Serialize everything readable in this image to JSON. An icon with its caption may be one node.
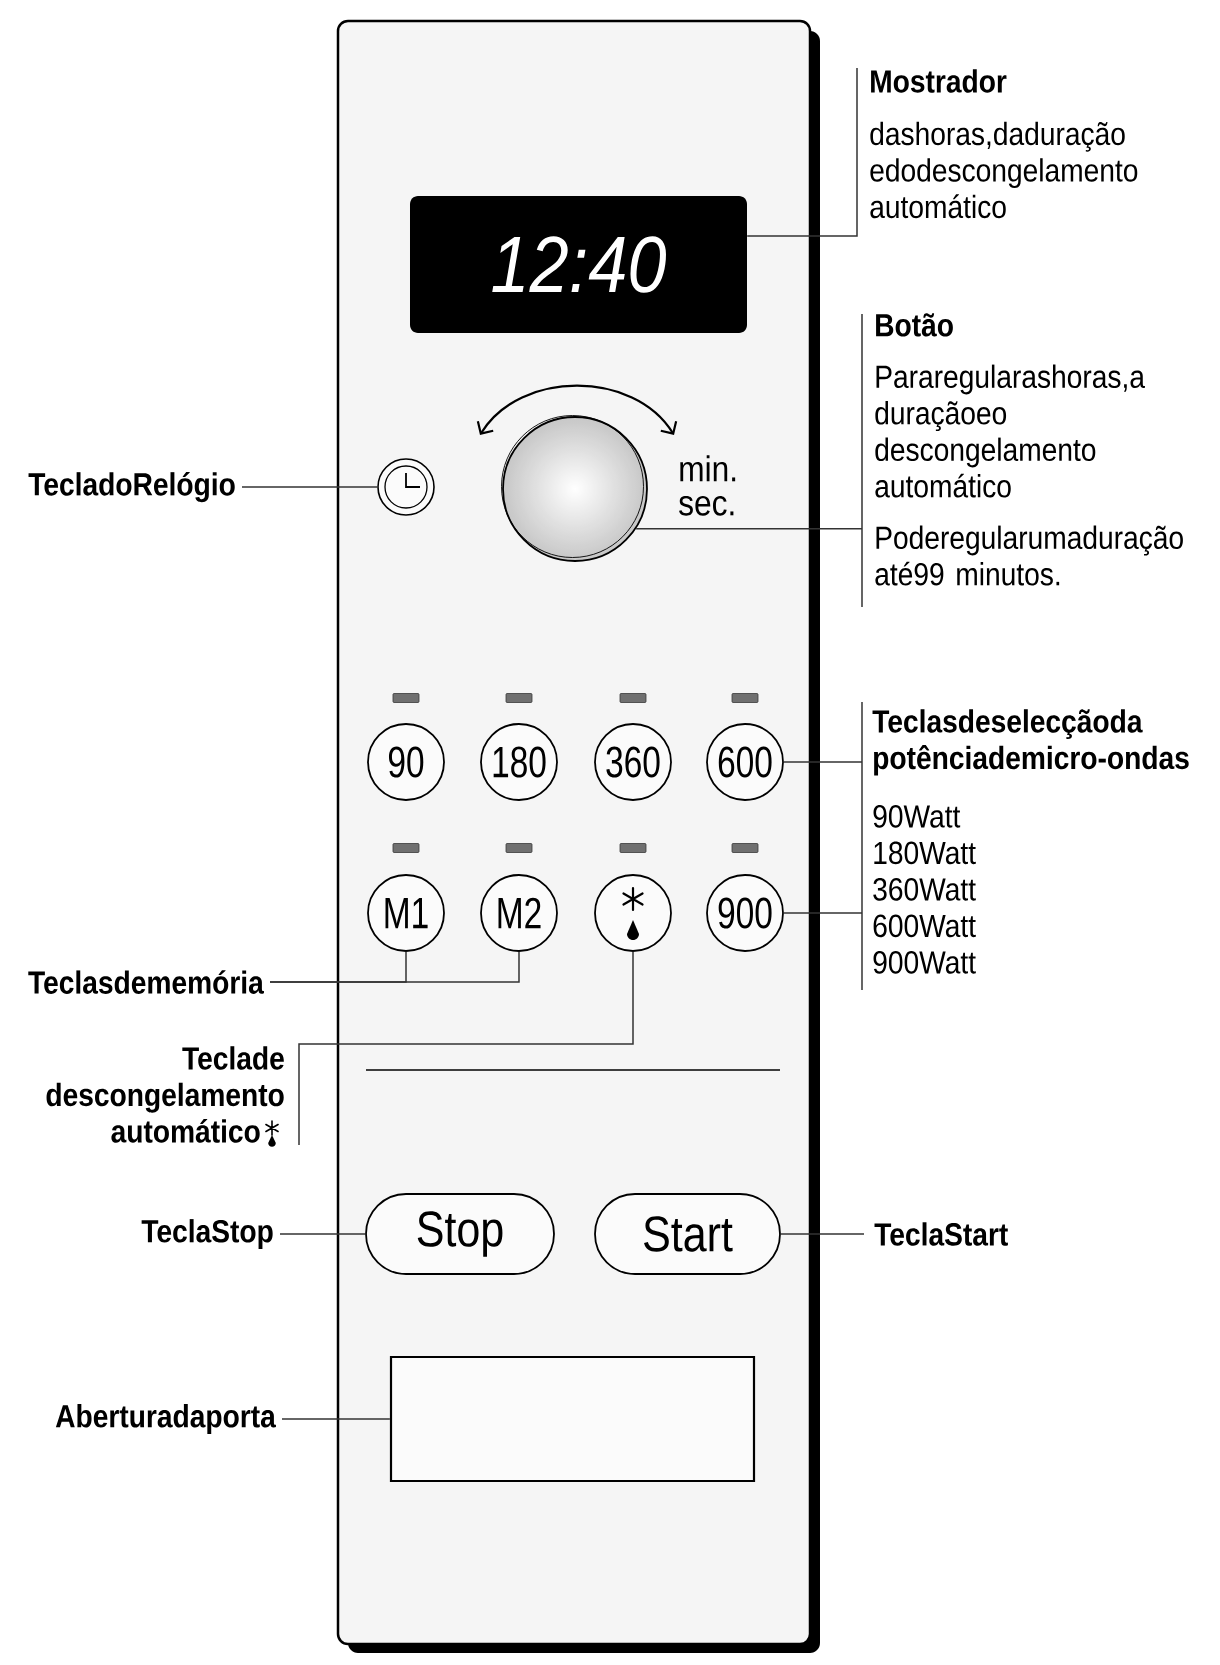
{
  "diagram": {
    "nodes": [
      {
        "text": [],
        "shape": "box"
      },
      {
        "text": [
          "Mostrador",
          "dashoras,daduração edodescongelamento automático"
        ]
      },
      {
        "text": [
          "12:40"
        ],
        "in": 0
      },
      {
        "text": [
          "Botão",
          "Pararegularashoras,a duraçãoeo descongelamento automático",
          "Poderegularumaduração até99 minutos."
        ]
      },
      {
        "text": [
          "TecladoRelógio"
        ]
      },
      {
        "text": [],
        "shape": "circle",
        "in": 0
      },
      {
        "text": [],
        "shape": "circle",
        "beside": [
          "min. sec."
        ],
        "in": 0
      },
      {
        "text": [
          "90"
        ],
        "in": 0
      },
      {
        "text": [
          "180"
        ],
        "in": 0
      },
      {
        "text": [
          "360"
        ],
        "in": 0
      },
      {
        "text": [
          "600"
        ],
        "in": 0
      },
      {
        "text": [
          "Teclasdeselecçãoda potênciademicro-ondas",
          "90Watt",
          "180Watt",
          "360Watt",
          "600Watt",
          "900Watt"
        ]
      },
      {
        "text": [
          "M1"
        ],
        "in": 0
      },
      {
        "text": [
          "M2"
        ],
        "in": 0
      },
      {
        "text": [],
        "shape": "circle",
        "in": 0
      },
      {
        "text": [
          "900"
        ],
        "in": 0
      },
      {
        "text": [
          "Teclasdememória"
        ]
      },
      {
        "text": [
          "Teclade descongelamento automático"
        ]
      },
      {
        "text": [
          "TeclaStop"
        ]
      },
      {
        "text": [
          "Stop"
        ],
        "in": 0
      },
      {
        "text": [
          "Start"
        ],
        "in": 0
      },
      {
        "text": [
          "TeclaStart"
        ]
      },
      {
        "text": [
          "Aberturadaporta"
        ]
      },
      {
        "text": [],
        "shape": "box",
        "in": 0
      }
    ],
    "edges": [
      {
        "from": 1,
        "to": 2,
        "arrow": "none"
      },
      {
        "from": 3,
        "to": 6,
        "arrow": "none"
      },
      {
        "from": 4,
        "to": 5,
        "arrow": "none"
      },
      {
        "from": 11,
        "to": 10,
        "arrow": "none"
      },
      {
        "from": 11,
        "to": 15,
        "arrow": "none"
      },
      {
        "from": 16,
        "to": 12,
        "arrow": "none"
      },
      {
        "from": 16,
        "to": 13,
        "arrow": "none"
      },
      {
        "from": 17,
        "to": 14,
        "arrow": "none"
      },
      {
        "from": 18,
        "to": 19,
        "arrow": "none"
      },
      {
        "from": 21,
        "to": 20,
        "arrow": "none"
      },
      {
        "from": 22,
        "to": 23,
        "arrow": "none"
      }
    ]
  }
}
